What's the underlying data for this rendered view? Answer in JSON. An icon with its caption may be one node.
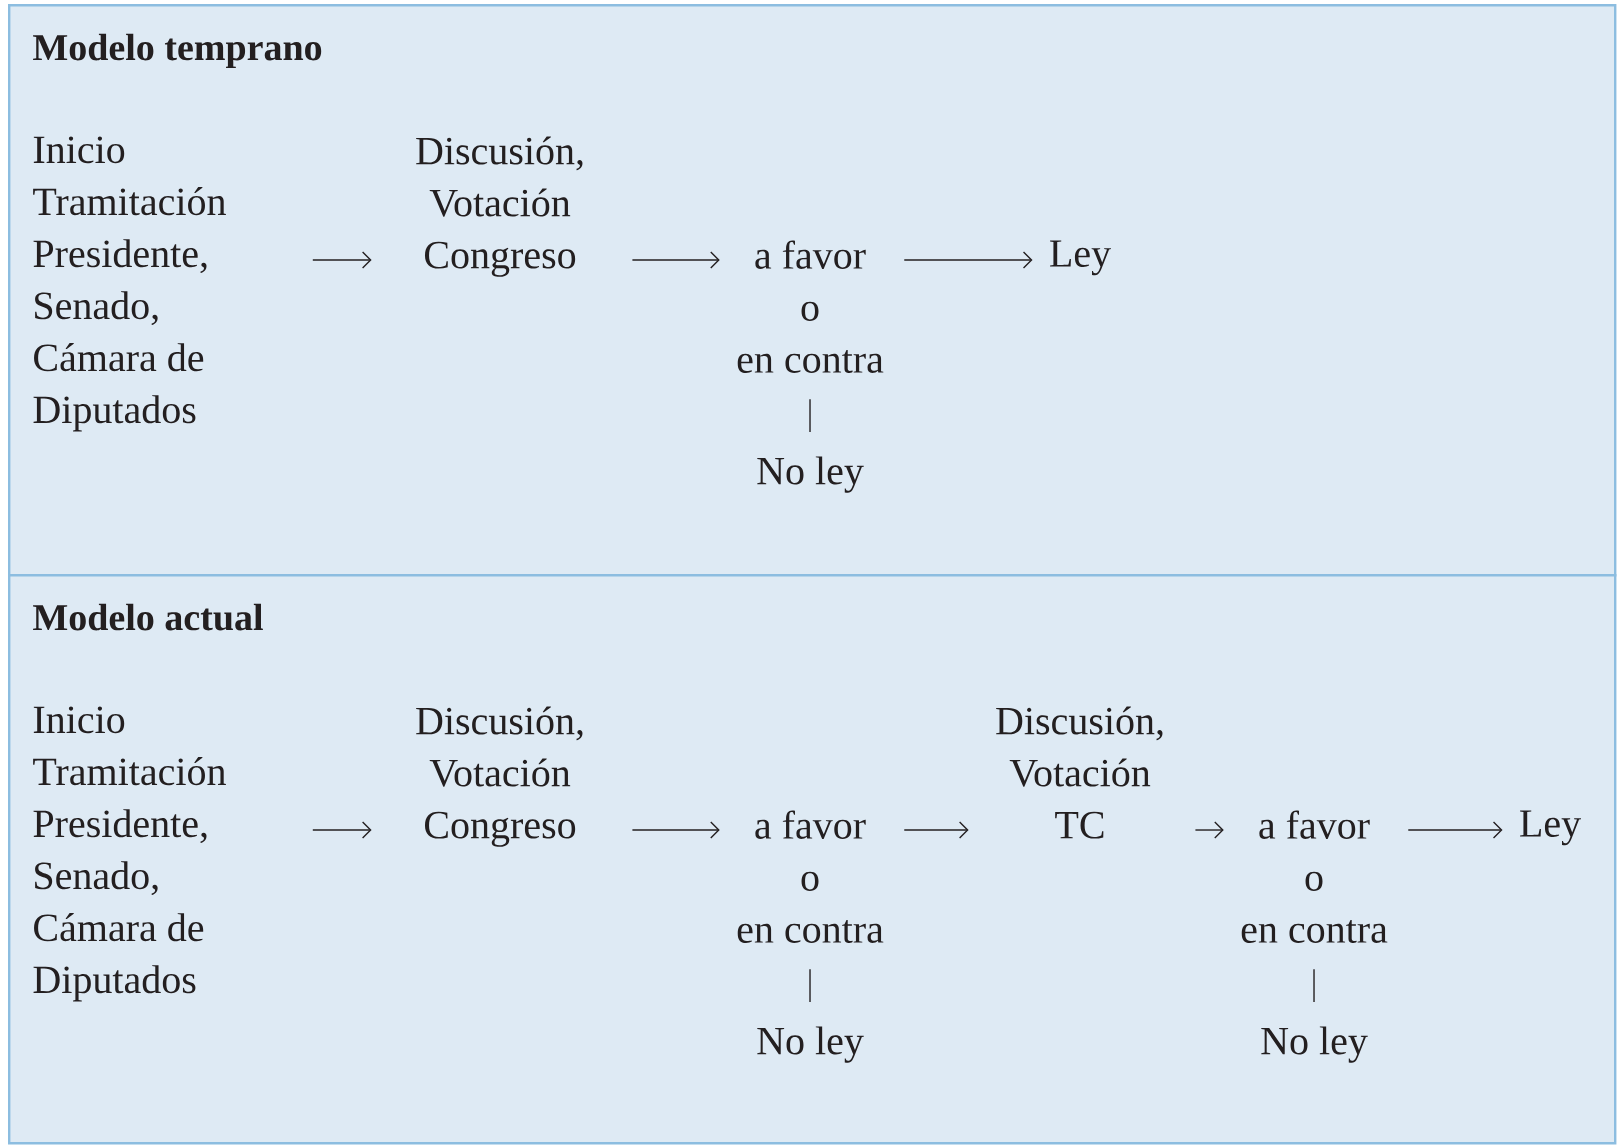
{
  "diagram": {
    "nodes": [
      {
        "text": [
          "Modelo temprano"
        ]
      },
      {
        "text": [
          "Inicio Tramitación Presidente, Senado, Cámara de Diputados"
        ],
        "in": 0
      },
      {
        "text": [
          "Discusión, Votación Congreso"
        ],
        "in": 0
      },
      {
        "text": [
          "a favor",
          "o",
          "en contra"
        ],
        "in": 0
      },
      {
        "text": [
          "No ley"
        ],
        "in": 0
      },
      {
        "text": [
          "Ley"
        ],
        "in": 0
      },
      {
        "text": [
          "Modelo actual"
        ]
      },
      {
        "text": [
          "Inicio Tramitación Presidente, Senado, Cámara de Diputados"
        ],
        "in": 6
      },
      {
        "text": [
          "Discusión, Votación Congreso"
        ],
        "in": 6
      },
      {
        "text": [
          "a favor",
          "o",
          "en contra"
        ],
        "in": 6
      },
      {
        "text": [
          "No ley"
        ],
        "in": 6
      },
      {
        "text": [
          "Discusión, Votación TC"
        ],
        "in": 6
      },
      {
        "text": [
          "a favor",
          "o",
          "en contra"
        ],
        "in": 6
      },
      {
        "text": [
          "No ley"
        ],
        "in": 6
      },
      {
        "text": [
          "Ley"
        ],
        "in": 6
      }
    ],
    "edges": [
      {
        "from": 1,
        "to": 2,
        "arrow": "to"
      },
      {
        "from": 2,
        "to": 3,
        "arrow": "to"
      },
      {
        "from": 3,
        "to": 5,
        "arrow": "to"
      },
      {
        "from": 3,
        "to": 4,
        "arrow": "none"
      },
      {
        "from": 7,
        "to": 8,
        "arrow": "to"
      },
      {
        "from": 8,
        "to": 9,
        "arrow": "to"
      },
      {
        "from": 9,
        "to": 11,
        "arrow": "to"
      },
      {
        "from": 11,
        "to": 12,
        "arrow": "to"
      },
      {
        "from": 12,
        "to": 14,
        "arrow": "to"
      },
      {
        "from": 9,
        "to": 10,
        "arrow": "none"
      },
      {
        "from": 12,
        "to": 13,
        "arrow": "none"
      }
    ]
  }
}
